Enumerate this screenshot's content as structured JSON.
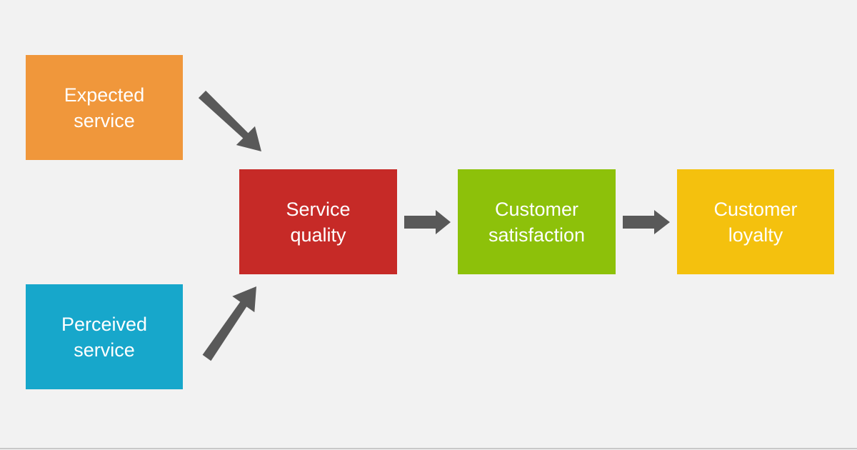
{
  "diagram": {
    "nodes": [
      {
        "id": "expected",
        "label": "Expected\nservice",
        "color": "#f0973b"
      },
      {
        "id": "perceived",
        "label": "Perceived\nservice",
        "color": "#17a7cb"
      },
      {
        "id": "quality",
        "label": "Service\nquality",
        "color": "#c62a27"
      },
      {
        "id": "satisfaction",
        "label": "Customer\nsatisfaction",
        "color": "#8dc10a"
      },
      {
        "id": "loyalty",
        "label": "Customer\nloyalty",
        "color": "#f4c10e"
      }
    ],
    "edges": [
      {
        "from": "expected",
        "to": "quality"
      },
      {
        "from": "perceived",
        "to": "quality"
      },
      {
        "from": "quality",
        "to": "satisfaction"
      },
      {
        "from": "satisfaction",
        "to": "loyalty"
      }
    ],
    "arrow_color": "#595959",
    "background_color": "#f2f2f2"
  }
}
